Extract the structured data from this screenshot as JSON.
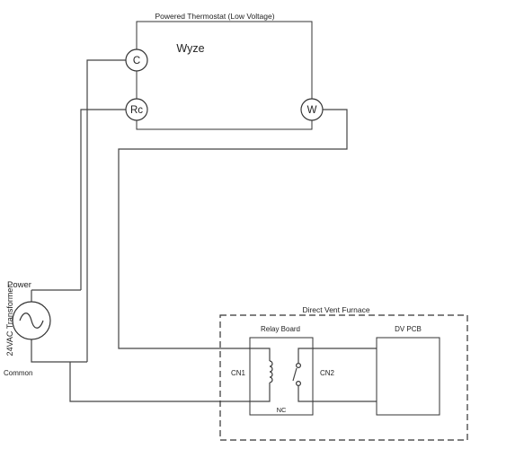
{
  "thermostat": {
    "title": "Powered Thermostat (Low Voltage)",
    "brand": "Wyze",
    "terminal_c": "C",
    "terminal_rc": "Rc",
    "terminal_w": "W"
  },
  "transformer": {
    "power_label": "Power",
    "name": "24VAC Transformer",
    "common_label": "Common"
  },
  "furnace": {
    "title": "Direct Vent Furnace",
    "relay_board": "Relay Board",
    "cn1": "CN1",
    "cn2": "CN2",
    "nc": "NC",
    "dv_pcb": "DV PCB"
  }
}
